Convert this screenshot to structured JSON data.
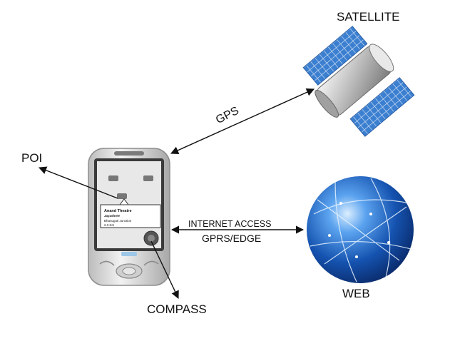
{
  "labels": {
    "satellite": "SATELLITE",
    "poi": "POI",
    "gps": "GPS",
    "internet_access": "INTERNET ACCESS",
    "gprs_edge": "GPRS/EDGE",
    "web": "WEB",
    "compass": "COMPASS"
  },
  "phone_screen": {
    "bubble_title": "Anand Theatre",
    "bubble_line2": "Jayashree",
    "bubble_line3": "Bhanuguti Junction",
    "bubble_line4": "2.3 Km"
  },
  "colors": {
    "satellite_panel": "#3b7fd0",
    "satellite_body": "#c8c8c8",
    "globe": "#1a5fc0",
    "phone_body": "#d9d9d9",
    "arrow": "#111111"
  }
}
